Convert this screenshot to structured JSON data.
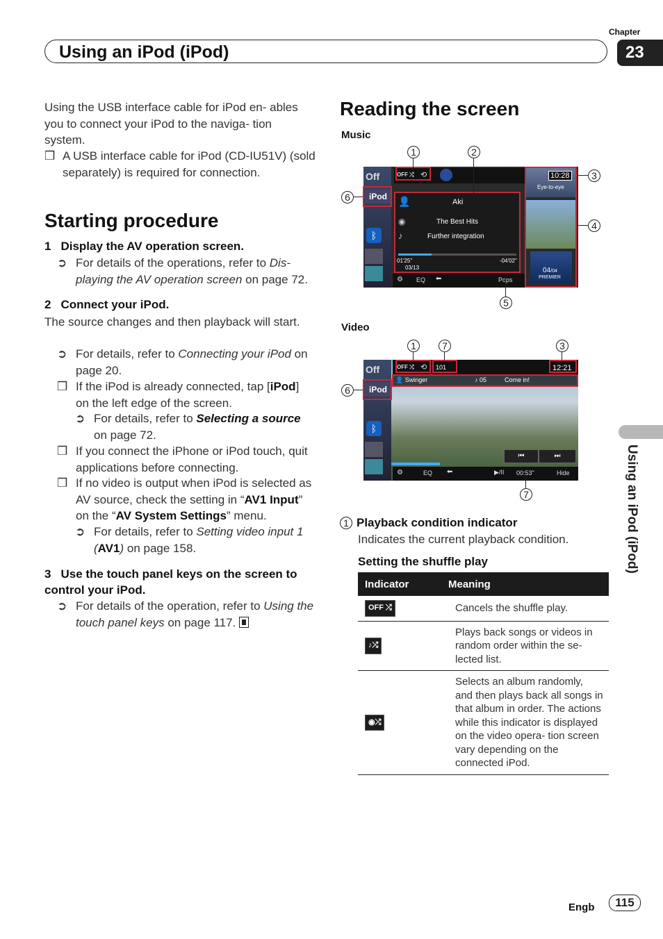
{
  "header": {
    "title": "Using an iPod (iPod)",
    "chapter_label": "Chapter",
    "chapter_number": "23"
  },
  "side_tab": {
    "text": "Using an iPod (iPod)"
  },
  "left": {
    "intro": "Using the USB interface cable for iPod en- ables you to connect your iPod to the naviga- tion system.",
    "note1": "A USB interface cable for iPod (CD-IU51V) (sold separately) is required for connection.",
    "starting_title": "Starting procedure",
    "step1": {
      "num": "1",
      "text": "Display the AV operation screen.",
      "ref_pre": "For details of the operations, refer to ",
      "ref_ital": "Dis- playing the AV operation screen",
      "ref_post": " on page 72."
    },
    "step2": {
      "num": "2",
      "text": "Connect your iPod.",
      "body": "The source changes and then playback will start.",
      "ref1_pre": "For details, refer to ",
      "ref1_ital": "Connecting your iPod",
      "ref1_post": " on page 20.",
      "note_a_pre": "If the iPod is already connected, tap [",
      "note_a_bold": "iPod",
      "note_a_post": "] on the left edge of the screen.",
      "ref2_pre": "For details, refer to ",
      "ref2_bold": "Selecting a source",
      "ref2_post": " on page 72.",
      "note_b": "If you connect the iPhone or iPod touch, quit applications before connecting.",
      "note_c_pre": "If no video is output when iPod is selected as AV source, check the setting in “",
      "note_c_bold1": "AV1 Input",
      "note_c_mid": "” on the “",
      "note_c_bold2": "AV System Settings",
      "note_c_post": "” menu.",
      "ref3_pre": "For details, refer to ",
      "ref3_ital": "Setting video input 1",
      "ref3_ital_open": "(",
      "ref3_bold": "AV1",
      "ref3_ital_close": ")",
      "ref3_post": " on page 158."
    },
    "step3": {
      "num": "3",
      "text": "Use the touch panel keys on the screen to control your iPod.",
      "ref_pre": "For details of the operation, refer to ",
      "ref_ital": "Using the touch panel keys",
      "ref_post": " on page 117."
    }
  },
  "right": {
    "reading_title": "Reading the screen",
    "music_label": "Music",
    "video_label": "Video",
    "music_screen": {
      "artist": "Aki",
      "album": "The Best Hits",
      "song": "Further integration",
      "time": "01'25\"",
      "remain": "-04'02\"",
      "track": "03/13",
      "clock": "10:28",
      "eq": "EQ",
      "genre": "Pops",
      "art_title": "Eye-to-eye",
      "premier": "PREMIER",
      "track_no": "04",
      "track_of": "/04"
    },
    "video_screen": {
      "clock": "12:21",
      "artist": "Swinger",
      "track": "05",
      "song": "Come in!",
      "time": "00:53\"",
      "eq": "EQ",
      "hide": "Hide",
      "counter": "101"
    },
    "callouts": {
      "c1": "1",
      "c2": "2",
      "c3": "3",
      "c4": "4",
      "c5": "5",
      "c6": "6",
      "c7": "7"
    },
    "indicator_title": "Playback condition indicator",
    "indicator_num": "1",
    "indicator_desc": "Indicates the current playback condition.",
    "shuffle_title": "Setting the shuffle play",
    "table": {
      "col1": "Indicator",
      "col2": "Meaning",
      "rows": [
        {
          "icon": "OFF ⤮",
          "meaning": "Cancels the shuffle play."
        },
        {
          "icon": "♪⤮",
          "meaning": "Plays back songs or videos in random order within the se- lected list."
        },
        {
          "icon": "◉⤮",
          "meaning": "Selects an album randomly, and then plays back all songs in that album in order. The actions while this indicator is displayed on the video opera- tion screen vary depending on the connected iPod."
        }
      ]
    }
  },
  "footer": {
    "engb": "Engb",
    "page": "115"
  }
}
